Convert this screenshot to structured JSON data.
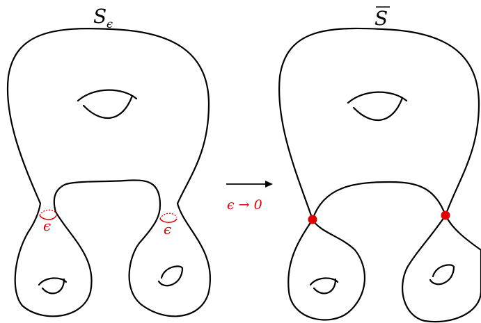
{
  "left_title": "S",
  "left_title_sub": "ϵ",
  "right_title": "S",
  "neck_label_left": "ϵ",
  "neck_label_right": "ϵ",
  "arrow_label": "ϵ → 0",
  "colors": {
    "ink": "#000000",
    "accent": "#e00000"
  }
}
